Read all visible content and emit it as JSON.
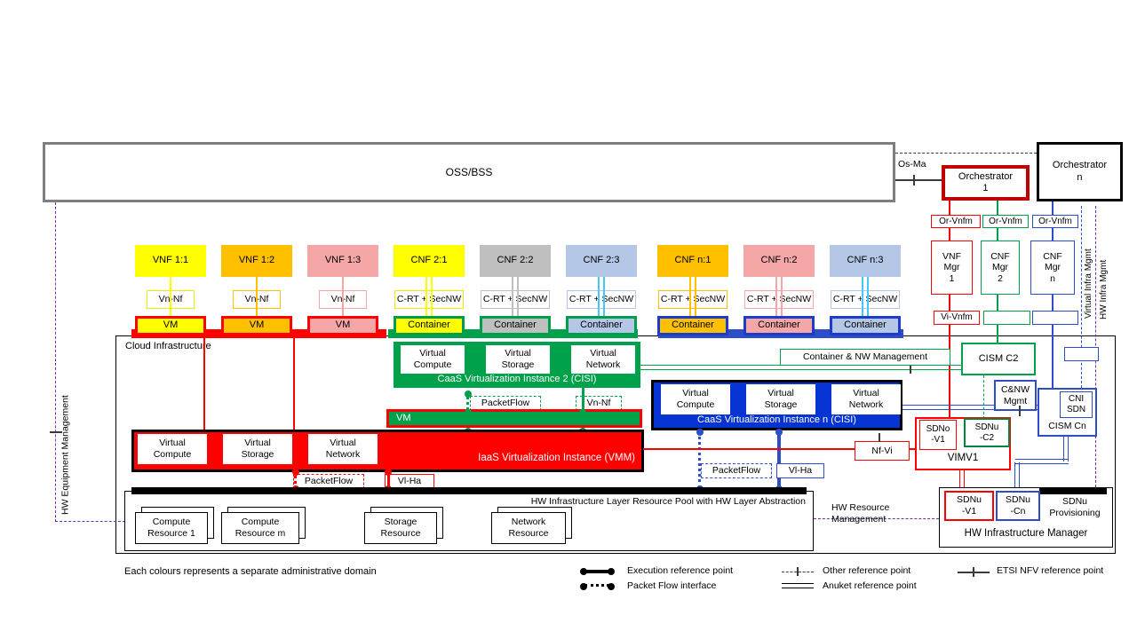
{
  "colors": {
    "yellow": "#FFFF00",
    "orange": "#FFC000",
    "pink": "#F5A6A6",
    "gray": "#BFBFBF",
    "light_blue": "#B4C7E7",
    "cyan": "#45C8F5",
    "green": "#00A14B",
    "red": "#FF0000",
    "blue": "#2E4EC9",
    "blue_fill": "#0634D2",
    "purple": "#7030A0",
    "dark_red": "#C00000"
  },
  "oss": {
    "label": "OSS/BSS"
  },
  "top": {
    "os_ma": "Os-Ma",
    "orchestrator_1": "Orchestrator\n1",
    "orchestrator_n": "Orchestrator\nn",
    "or_vnfm_1": "Or-Vnfm",
    "or_vnfm_2": "Or-Vnfm",
    "or_vnfm_n": "Or-Vnfm",
    "vnf_mgr_1": "VNF\nMgr\n1",
    "cnf_mgr_2": "CNF\nMgr\n2",
    "cnf_mgr_n": "CNF\nMgr\nn",
    "vi_vnfm": "Vi-Vnfm"
  },
  "nf": [
    {
      "label": "VNF 1:1",
      "ref": "Vn-Nf",
      "unit": "VM"
    },
    {
      "label": "VNF 1:2",
      "ref": "Vn-Nf",
      "unit": "VM"
    },
    {
      "label": "VNF 1:3",
      "ref": "Vn-Nf",
      "unit": "VM"
    },
    {
      "label": "CNF 2:1",
      "ref": "C-RT + SecNW",
      "unit": "Container"
    },
    {
      "label": "CNF 2:2",
      "ref": "C-RT + SecNW",
      "unit": "Container"
    },
    {
      "label": "CNF 2:3",
      "ref": "C-RT + SecNW",
      "unit": "Container"
    },
    {
      "label": "CNF n:1",
      "ref": "C-RT + SecNW",
      "unit": "Container"
    },
    {
      "label": "CNF n:2",
      "ref": "C-RT + SecNW",
      "unit": "Container"
    },
    {
      "label": "CNF n:3",
      "ref": "C-RT + SecNW",
      "unit": "Container"
    }
  ],
  "cloud": {
    "label": "Cloud Infrastructure",
    "caas2": {
      "title": "CaaS Virtualization Instance 2 (CISI)",
      "compute": "Virtual\nCompute",
      "storage": "Virtual\nStorage",
      "network": "Virtual\nNetwork"
    },
    "caasn": {
      "title": "CaaS Virtualization Instance n (CISI)",
      "compute": "Virtual\nCompute",
      "storage": "Virtual\nStorage",
      "network": "Virtual\nNetwork"
    },
    "iaas": {
      "title": "IaaS Virtualization Instance (VMM)",
      "compute": "Virtual\nCompute",
      "storage": "Virtual\nStorage",
      "network": "Virtual\nNetwork"
    },
    "vm_bar": "VM",
    "packetflow": "PacketFlow",
    "vn_nf": "Vn-Nf",
    "vl_ha": "Vl-Ha",
    "nf_vi": "Nf-Vi",
    "container_nw": "Container & NW Management"
  },
  "right": {
    "cism_c2": "CISM C2",
    "cnw_mgmt": "C&NW\nMgmt",
    "cni_sdn": "CNI\nSDN",
    "cism_cn": "CISM Cn",
    "sdno_v1": "SDNo\n-V1",
    "sdnu_c2": "SDNu\n-C2",
    "vim": "VIMV1"
  },
  "hw_pool": {
    "title": "HW Infrastructure Layer Resource Pool with HW Layer Abstraction",
    "r1": "Compute\nResource 1",
    "r2": "Compute\nResource m",
    "r3": "Storage\nResource",
    "r4": "Network\nResource"
  },
  "hw_mgr": {
    "title": "HW Infrastructure Manager",
    "sdnu_v1": "SDNu\n-V1",
    "sdnu_cn": "SDNu\n-Cn",
    "sdnu_prov": "SDNu\nProvisioning"
  },
  "sides": {
    "hw_equipment": "HW Equipment Management",
    "virtual_infra": "Virtual Infra Mgmt",
    "hw_infra": "HW Infra Mgmt",
    "hw_resource": "HW Resource\nManagement"
  },
  "legend": {
    "note": "Each colours represents a separate administrative domain",
    "execution": "Execution reference point",
    "packet": "Packet Flow interface",
    "other": "Other reference point",
    "anuket": "Anuket reference point",
    "etsi": "ETSI NFV reference point"
  }
}
